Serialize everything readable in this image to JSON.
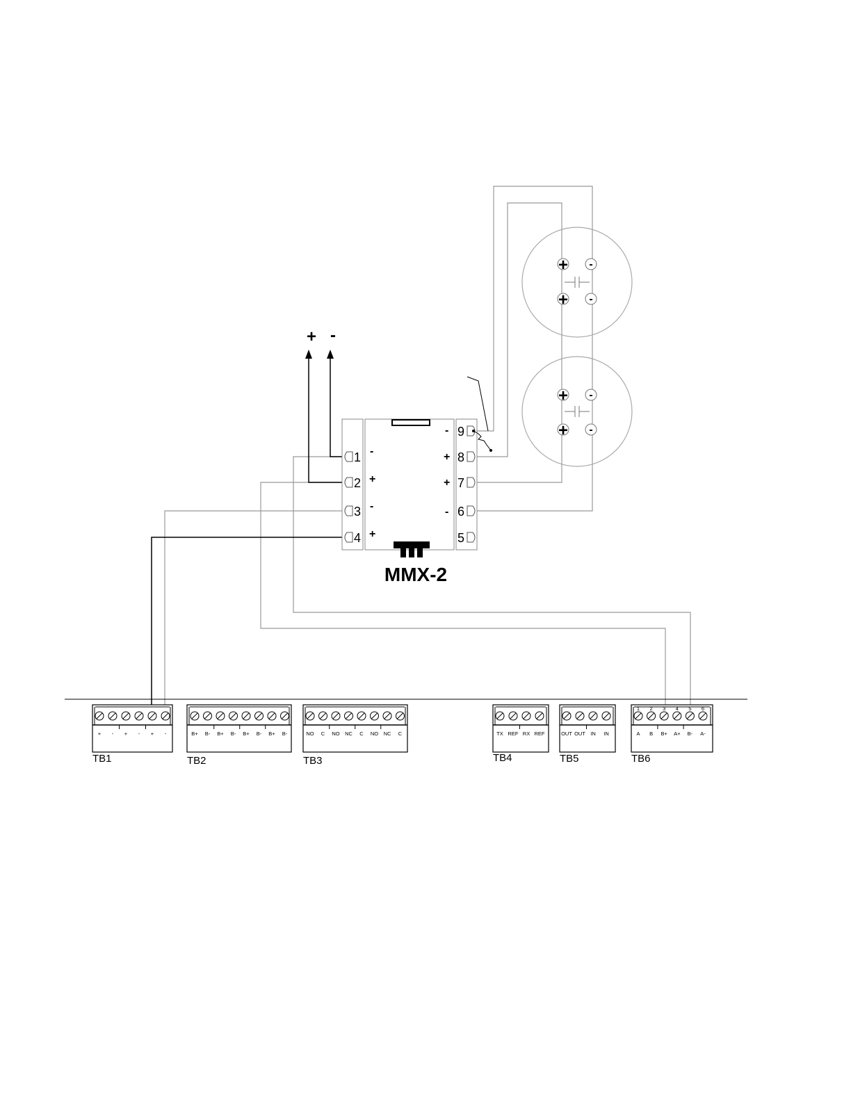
{
  "module": {
    "title": "MMX-2",
    "left_pins": [
      {
        "num": "1",
        "sign": "-"
      },
      {
        "num": "2",
        "sign": "+"
      },
      {
        "num": "3",
        "sign": "-"
      },
      {
        "num": "4",
        "sign": "+"
      }
    ],
    "right_pins": [
      {
        "num": "9",
        "sign": "-"
      },
      {
        "num": "8",
        "sign": "+"
      },
      {
        "num": "7",
        "sign": "+"
      },
      {
        "num": "6",
        "sign": "-"
      },
      {
        "num": "5",
        "sign": ""
      }
    ]
  },
  "power": {
    "plus": "+",
    "minus": "-"
  },
  "detector_signs": {
    "plus": "+",
    "minus": "-"
  },
  "terminal_blocks": [
    {
      "name": "TB1",
      "labels": [
        "+",
        "-",
        "+",
        "-",
        "+",
        "-"
      ]
    },
    {
      "name": "TB2",
      "labels": [
        "B+",
        "B-",
        "B+",
        "B-",
        "B+",
        "B-",
        "B+",
        "B-"
      ]
    },
    {
      "name": "TB3",
      "labels": [
        "NO",
        "C",
        "NO",
        "NC",
        "C",
        "NO",
        "NC",
        "C"
      ]
    },
    {
      "name": "TB4",
      "labels": [
        "TX",
        "REF",
        "RX",
        "REF"
      ]
    },
    {
      "name": "TB5",
      "labels": [
        "OUT",
        "OUT",
        "IN",
        "IN"
      ]
    },
    {
      "name": "TB6",
      "numbers": [
        "1",
        "2",
        "3",
        "4",
        "5",
        "6"
      ],
      "labels": [
        "A",
        "B",
        "B+",
        "A+",
        "B-",
        "A-"
      ]
    }
  ]
}
